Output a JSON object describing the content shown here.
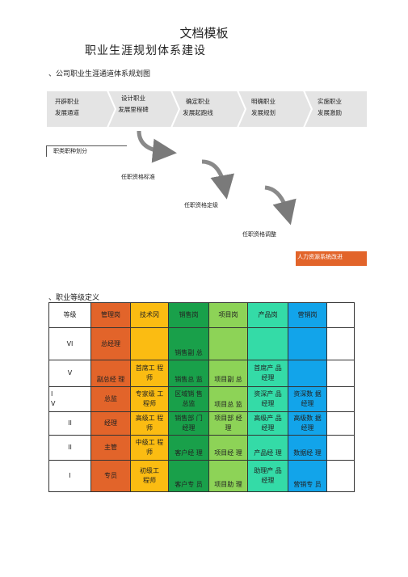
{
  "doc_title": "文档模板",
  "main_title": "职业生涯规划体系建设",
  "section1_title": "、公司职业生涯通道体系规划图",
  "flow_steps": [
    "开辟职业\n发展通道",
    "设计职业\n发展里程碑",
    "确定职业\n发展起跑线",
    "明确职业\n发展规划",
    "实施职业\n发展激励"
  ],
  "job_category": "职类职种划分",
  "stages": [
    "任职资格标准",
    "任职资格定级",
    "任职资格调整"
  ],
  "hr_improve": "人力资源系统改进",
  "section2_title": "、职业等级定义",
  "table": {
    "headers": [
      "等级",
      "管理岗",
      "技术冈",
      "销售岗",
      "项目岗",
      "产品岗",
      "营销岗",
      ""
    ],
    "grades": [
      "VI",
      "V",
      "I\nV",
      "II",
      "II",
      "I"
    ],
    "rows": [
      [
        "总经理",
        "",
        "销售副 总",
        "",
        "",
        "",
        ""
      ],
      [
        "副总经 理",
        "首席工 程\n师",
        "销售总 监",
        "项目副 总",
        "首席产 品\n经理",
        "",
        ""
      ],
      [
        "总监",
        "专家级 工\n程师",
        "区域销 售\n总监",
        "项目总 监",
        "资深产 品\n经理",
        "资深数 据\n经理",
        ""
      ],
      [
        "经理",
        "高级工 程\n师",
        "销售部 门\n经理",
        "项目部 经\n理",
        "高级产 品\n经理",
        "高级数 据\n经理",
        ""
      ],
      [
        "主管",
        "中级工 程\n师",
        "客户经 理",
        "项目经 理",
        "产品经 理",
        "数据经 理",
        ""
      ],
      [
        "专员",
        "初级工\n程师",
        "客户专 员",
        "项目助 理",
        "助理产 品\n经理",
        "营销专 员",
        ""
      ]
    ]
  },
  "colors": {
    "mgmt": "#e2642a",
    "tech": "#fbbc12",
    "sales": "#19a04a",
    "proj": "#8dd357",
    "prod": "#34dba7",
    "mkt": "#12a4ea",
    "chevron": "#e4e4e4"
  }
}
